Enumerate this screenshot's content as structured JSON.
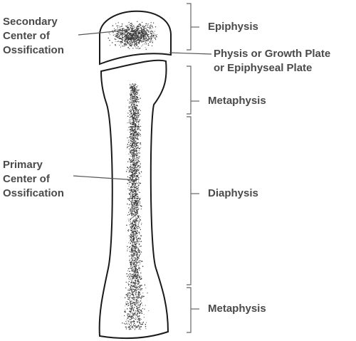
{
  "labels": {
    "secondary_center": {
      "line1": "Secondary",
      "line2": "Center of",
      "line3": "Ossification"
    },
    "primary_center": {
      "line1": "Primary",
      "line2": "Center of",
      "line3": "Ossification"
    },
    "epiphysis": "Epiphysis",
    "physis": {
      "line1": "Physis or Growth Plate",
      "line2": "or Epiphyseal Plate"
    },
    "metaphysis_upper": "Metaphysis",
    "diaphysis": "Diaphysis",
    "metaphysis_lower": "Metaphysis"
  },
  "colors": {
    "outline": "#1a1a1a",
    "stipple": "#3a3a3a",
    "text": "#4a4a4a",
    "bracket": "#666666"
  }
}
